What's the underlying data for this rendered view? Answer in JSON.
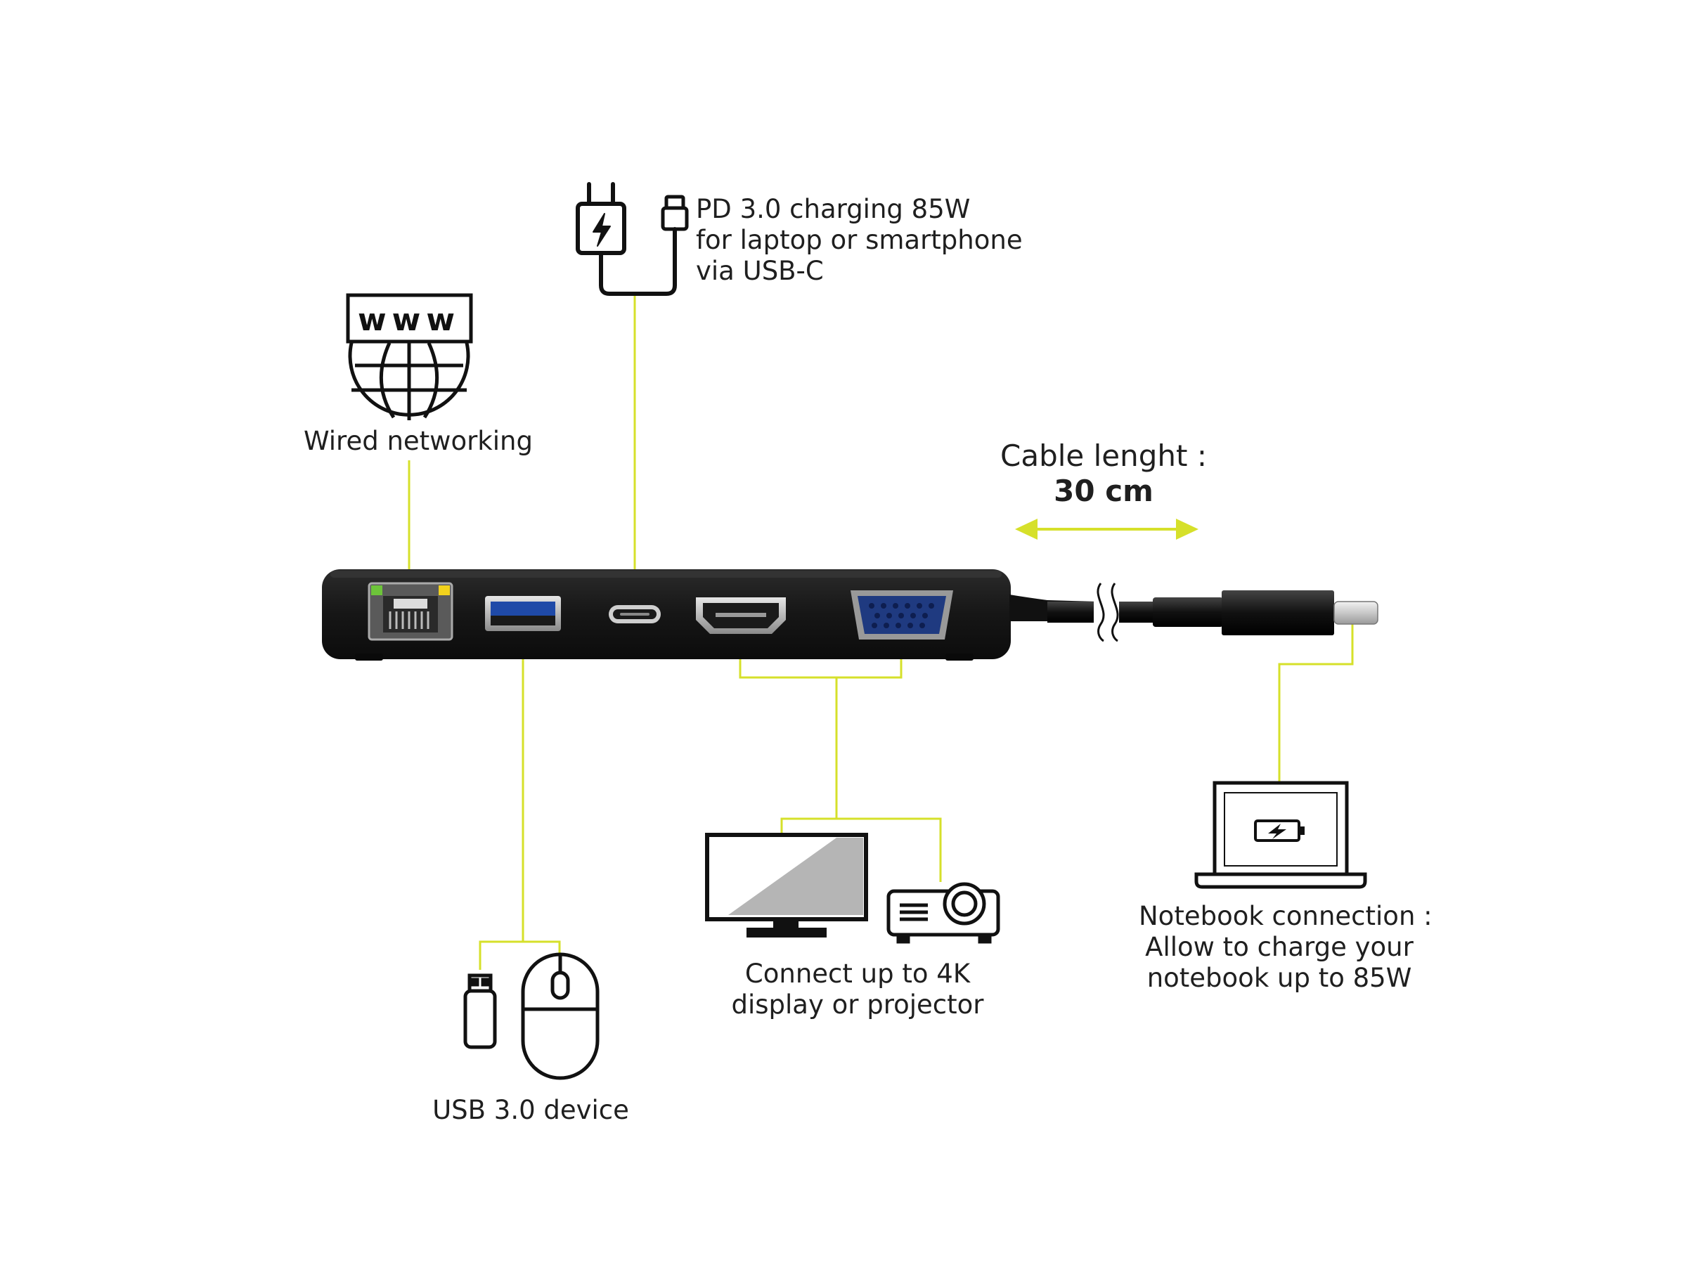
{
  "labels": {
    "pd_line1": "PD 3.0 charging 85W",
    "pd_line2": "for laptop or smartphone",
    "pd_line3": "via USB-C",
    "www_text": "www",
    "wired": "Wired networking",
    "cable_line1": "Cable lenght :",
    "cable_line2": "30 cm",
    "usb_device": "USB 3.0 device",
    "display_line1": "Connect up to 4K",
    "display_line2": "display or projector",
    "notebook_line1": "Notebook connection :",
    "notebook_line2": "Allow to  charge your",
    "notebook_line3": "notebook up to 85W"
  },
  "icons": [
    "charger-icon",
    "usb-c-plug-icon",
    "globe-www-icon",
    "usb-stick-icon",
    "mouse-icon",
    "monitor-icon",
    "projector-icon",
    "laptop-battery-icon"
  ],
  "colors": {
    "connector_line": "#d6e02a",
    "hub_body": "#1a1a1a",
    "vga_port": "#1f3a80",
    "led_green": "#6dc43a",
    "led_yellow": "#f2d21c"
  }
}
